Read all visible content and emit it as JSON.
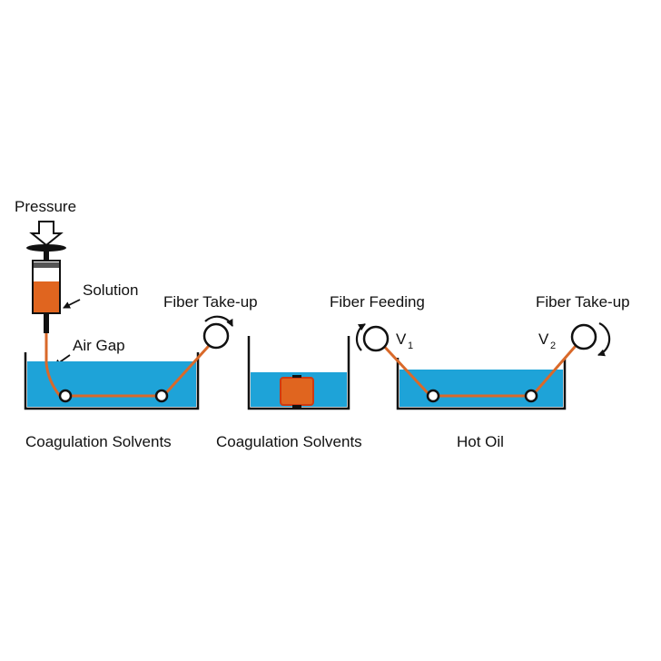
{
  "labels": {
    "pressure": "Pressure",
    "solution": "Solution",
    "air_gap": "Air Gap",
    "fiber_takeup_1": "Fiber Take-up",
    "fiber_feeding": "Fiber Feeding",
    "fiber_takeup_2": "Fiber Take-up",
    "v1_main": "V",
    "v1_sub": "1",
    "v2_main": "V",
    "v2_sub": "2",
    "bath_1": "Coagulation Solvents",
    "bath_2": "Coagulation Solvents",
    "bath_3": "Hot Oil"
  },
  "colors": {
    "liquid": "#1ea3d8",
    "fiber": "#d9692a",
    "fiber_block": "#e0651f",
    "fiber_block_border": "#d03a10",
    "solution": "#e0651f",
    "outline": "#111111"
  }
}
